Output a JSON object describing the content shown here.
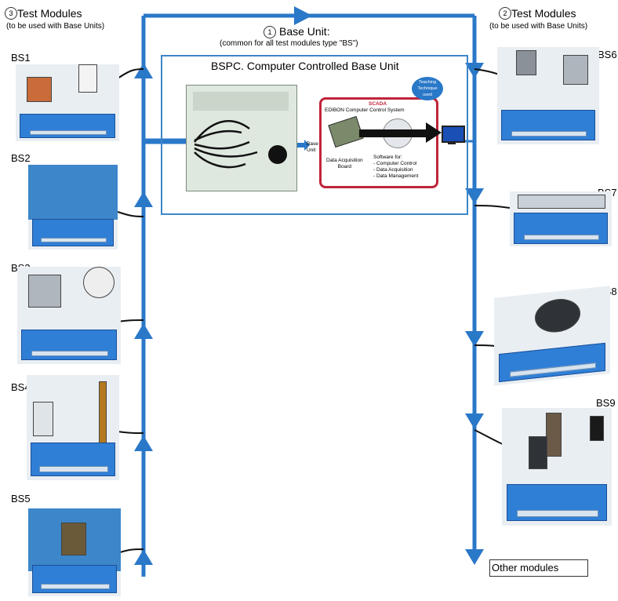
{
  "left_header": {
    "title": "Test Modules",
    "subtitle": "(to be used with Base Units)",
    "number": "3"
  },
  "right_header": {
    "title": "Test Modules",
    "subtitle": "(to be used with Base Units)",
    "number": "2"
  },
  "center_header": {
    "title": "Base Unit:",
    "subtitle": "(common for all test modules type \"BS\")",
    "number": "1"
  },
  "base_unit": {
    "title": "BSPC. Computer Controlled Base Unit",
    "scada_label": "SCADA",
    "system_label": "EDIBON Computer Control System",
    "teaching_bubble": "Teaching\nTechnique\nused",
    "base_unit_label": "Base\nUnit",
    "daq_label": "Data Acquisition\nBoard",
    "software_label": "Software for:\n- Computer Control\n- Data Acquisition\n- Data Management"
  },
  "modules_left": [
    "BS1",
    "BS2",
    "BS3",
    "BS4",
    "BS5"
  ],
  "modules_right": [
    "BS6",
    "BS7",
    "BS8",
    "BS9"
  ],
  "other_modules": "Other modules",
  "colors": {
    "flow_blue": "#2a78c8",
    "bench_blue": "#2f7fd6",
    "scada_red": "#c0243a"
  }
}
